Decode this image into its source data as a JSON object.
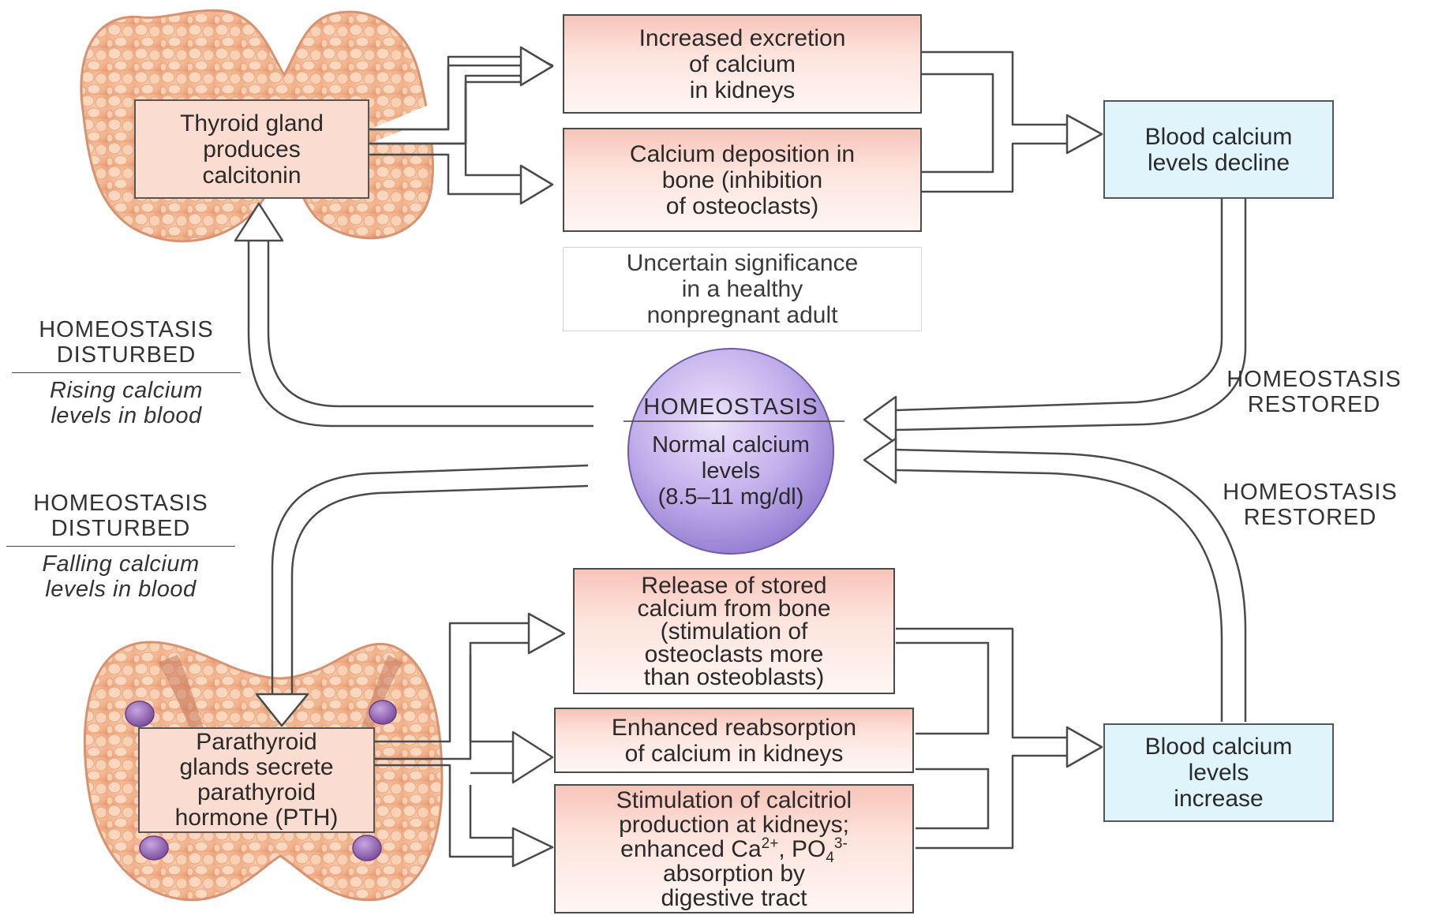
{
  "thyroid": {
    "lines": [
      "Thyroid gland",
      "produces",
      "calcitonin"
    ]
  },
  "calc_effects": {
    "excretion": [
      "Increased excretion",
      "of calcium",
      "in kidneys"
    ],
    "deposition": [
      "Calcium deposition in",
      "bone (inhibition",
      "of osteoclasts)"
    ],
    "uncertain": [
      "Uncertain significance",
      "in a healthy",
      "nonpregnant adult"
    ]
  },
  "blood_decline": [
    "Blood calcium",
    "levels decline"
  ],
  "left_top": {
    "line1": "HOMEOSTASIS",
    "line2": "DISTURBED",
    "italic1": "Rising calcium",
    "italic2": "levels in blood"
  },
  "left_bottom": {
    "line1": "HOMEOSTASIS",
    "line2": "DISTURBED",
    "italic1": "Falling calcium",
    "italic2": "levels in blood"
  },
  "right_top": {
    "line1": "HOMEOSTASIS",
    "line2": "RESTORED"
  },
  "right_bottom": {
    "line1": "HOMEOSTASIS",
    "line2": "RESTORED"
  },
  "homeostasis": {
    "title": "HOMEOSTASIS",
    "line1": "Normal calcium",
    "line2": "levels",
    "line3": "(8.5–11 mg/dl)"
  },
  "parathyroid": {
    "lines": [
      "Parathyroid",
      "glands secrete",
      "parathyroid",
      "hormone (PTH)"
    ]
  },
  "pth_effects": {
    "release": [
      "Release of stored",
      "calcium from bone",
      "(stimulation of",
      "osteoclasts more",
      "than osteoblasts)"
    ],
    "reabsorption": [
      "Enhanced reabsorption",
      "of calcium in kidneys"
    ],
    "calcitriol": {
      "line1": "Stimulation of calcitriol",
      "line2": "production at kidneys;",
      "line3_pre": "enhanced Ca",
      "ca_sup": "2+",
      "line3_mid": ", PO",
      "po_sub": "4",
      "po_sup": "3-",
      "line4": "absorption by",
      "line5": "digestive tract"
    }
  },
  "blood_increase": [
    "Blood calcium",
    "levels",
    "increase"
  ]
}
